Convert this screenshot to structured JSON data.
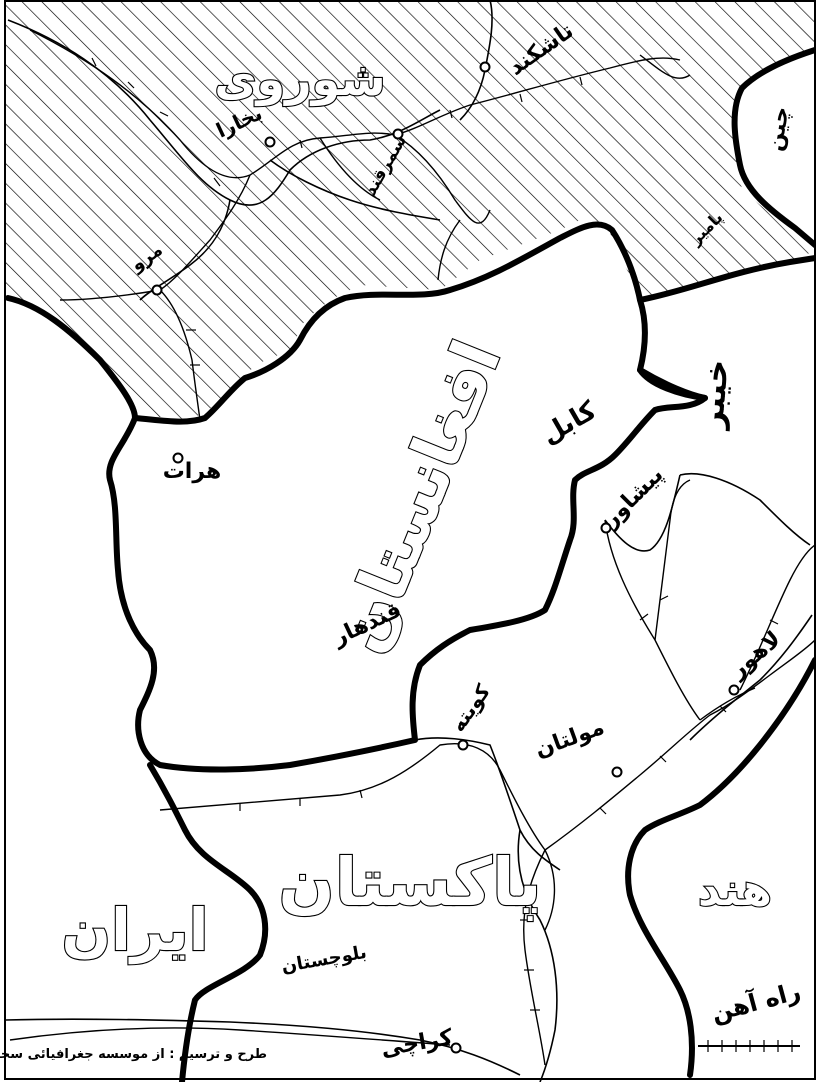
{
  "map": {
    "regions": {
      "soviet": "شوروی",
      "afghanistan": "افغانستان",
      "pakistan": "پاکستان",
      "iran": "ایران",
      "india": "هند",
      "china": "چین",
      "khyber": "خیبر",
      "balochistan": "بلوچستان",
      "pamir": "پامیر"
    },
    "cities": {
      "tashkent": "تاشکند",
      "bukhara": "بخارا",
      "samarkand": "سمرقند",
      "merv": "مرو",
      "herat": "هرات",
      "kabul": "کابل",
      "kandahar": "قندهار",
      "peshawar": "پیشاور",
      "lahore": "لاهور",
      "quetta": "کویته",
      "multan": "مولتان",
      "karachi": "کراچی"
    },
    "legend": {
      "railway": "راه آهن"
    },
    "credit": "طرح و ترسیم : از موسسه جغرافیائی سحاب",
    "soviet_hatched": true,
    "colors": {
      "ink": "#000000",
      "paper": "#ffffff"
    }
  }
}
